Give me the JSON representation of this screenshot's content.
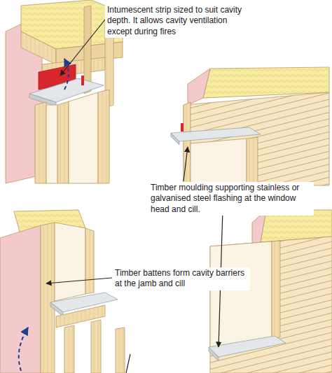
{
  "diagram": {
    "labels": [
      "Intumescent strip sized to suit cavity depth. It allows cavity ventilation except during fires",
      "Timber moulding supporting stainless or galvanised steel flashing at the window head and cill.",
      "Timber battens form cavity barriers at the jamb and cill"
    ]
  }
}
